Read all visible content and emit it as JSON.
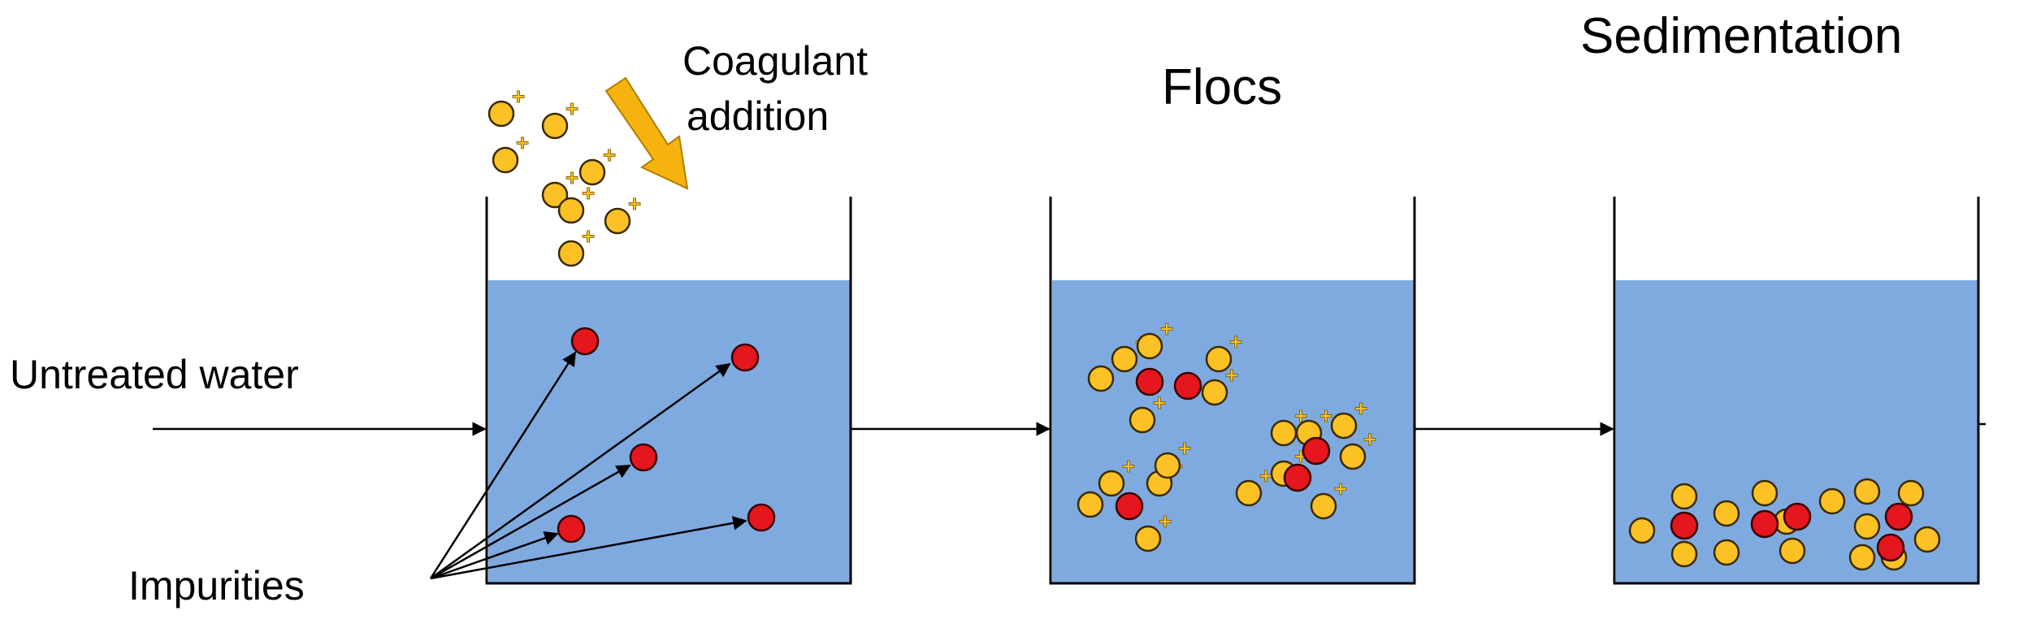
{
  "labels": {
    "untreated_water": "Untreated water",
    "impurities": "Impurities",
    "coagulant_line1": "Coagulant",
    "coagulant_line2": "addition",
    "flocs": "Flocs",
    "sedimentation": "Sedimentation"
  },
  "colors": {
    "water": "#7faadf",
    "coagulant": "#fbc125",
    "impurity": "#e5161d",
    "arrow_coagulant": "#f6b20e",
    "line": "#000000"
  },
  "icons": {
    "coagulant_particle": "yellow-circle-with-plus-icon",
    "impurity_particle": "red-circle-icon"
  }
}
